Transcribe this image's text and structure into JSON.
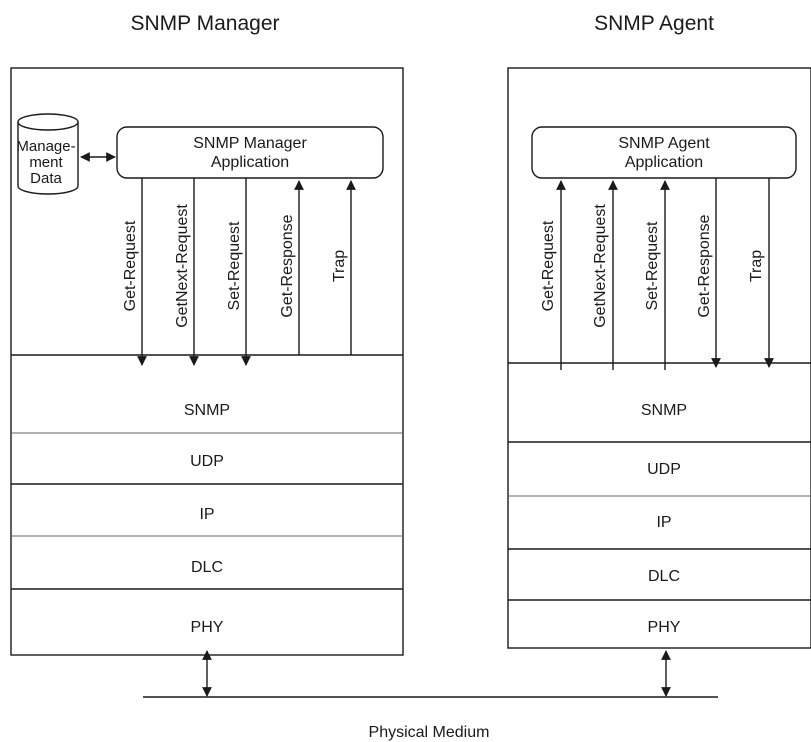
{
  "manager": {
    "title": "SNMP Manager",
    "app_label": [
      "SNMP Manager",
      "Application"
    ],
    "db_label": [
      "Manage-",
      "ment",
      "Data"
    ],
    "messages": [
      "Get-Request",
      "GetNext-Request",
      "Set-Request",
      "Get-Response",
      "Trap"
    ],
    "layers": [
      "SNMP",
      "UDP",
      "IP",
      "DLC",
      "PHY"
    ]
  },
  "agent": {
    "title": "SNMP Agent",
    "app_label": [
      "SNMP Agent",
      "Application"
    ],
    "messages": [
      "Get-Request",
      "GetNext-Request",
      "Set-Request",
      "Get-Response",
      "Trap"
    ],
    "layers": [
      "SNMP",
      "UDP",
      "IP",
      "DLC",
      "PHY"
    ]
  },
  "medium": {
    "label": "Physical Medium"
  }
}
